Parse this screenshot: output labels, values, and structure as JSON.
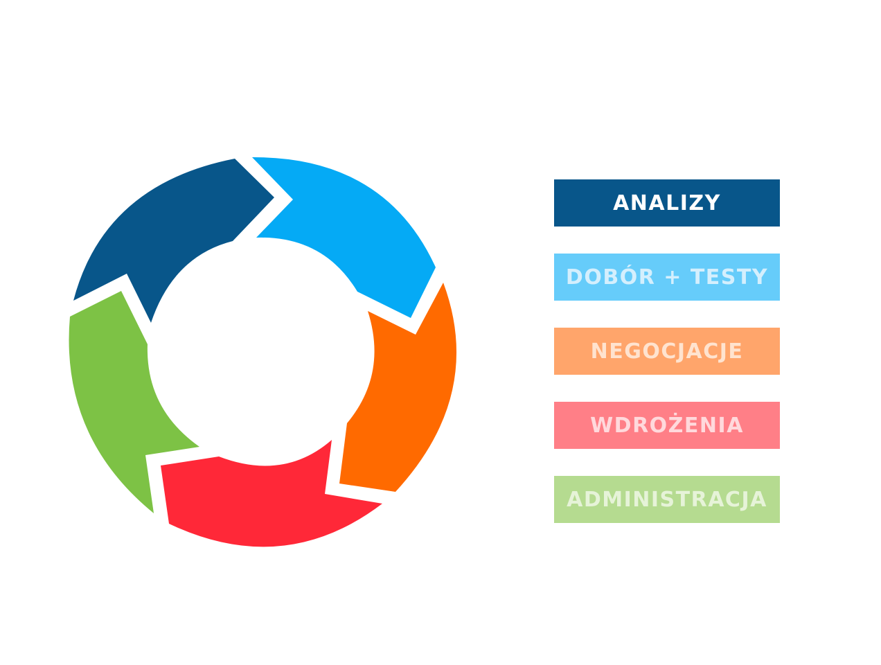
{
  "diagram": {
    "segments": [
      {
        "name": "segment-analizy",
        "color": "#08568A"
      },
      {
        "name": "segment-dobor-testy",
        "color": "#05AAF5"
      },
      {
        "name": "segment-negocjacje",
        "color": "#FF6A00"
      },
      {
        "name": "segment-wdrozenia",
        "color": "#FF2838"
      },
      {
        "name": "segment-administracja",
        "color": "#7DC245"
      }
    ]
  },
  "legend": {
    "items": [
      {
        "label": "Analizy",
        "bg": "#08568A",
        "text_color": "#FFFFFF"
      },
      {
        "label": "Dobór + Testy",
        "bg": "#66CCFA",
        "text_color": "#D4EFFD"
      },
      {
        "label": "Negocjacje",
        "bg": "#FFA56B",
        "text_color": "#FFE3CF"
      },
      {
        "label": "Wdrożenia",
        "bg": "#FF7F87",
        "text_color": "#FFD9DC"
      },
      {
        "label": "Administracja",
        "bg": "#B5DB90",
        "text_color": "#E6F3D8"
      }
    ]
  }
}
